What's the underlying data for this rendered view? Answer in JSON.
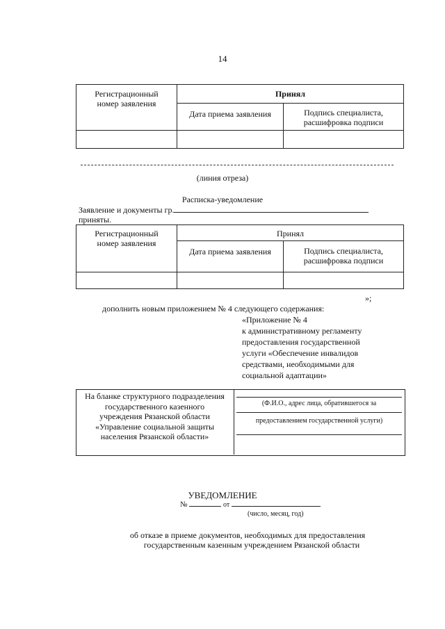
{
  "page_number": "14",
  "table_top": {
    "reg_number_header": "Регистрационный номер заявления",
    "accepted_header": "Принял",
    "date_header": "Дата приема заявления",
    "signature_header": "Подпись специалиста, расшифровка подписи"
  },
  "cut_line_label": "(линия отреза)",
  "receipt": {
    "title": "Расписка-уведомление",
    "line1": "Заявление и документы гр.",
    "line2": "приняты."
  },
  "table_bottom": {
    "reg_number_header": "Регистрационный номер заявления",
    "accepted_header": "Принял",
    "date_header": "Дата приема заявления",
    "signature_header": "Подпись специалиста, расшифровка подписи"
  },
  "end_mark": "»;",
  "amendment_text": "дополнить новым приложением № 4 следующего содержания:",
  "appendix": {
    "line1": "«Приложение № 4",
    "line2": "к административному регламенту",
    "line3": "предоставления государственной",
    "line4": "услуги «Обеспечение инвалидов",
    "line5": "средствами, необходимыми для",
    "line6": "социальной адаптации»"
  },
  "blank_box": {
    "left_text": "На бланке структурного подразделения государственного казенного учреждения Рязанской области «Управление социальной защиты населения Рязанской области»",
    "right_line1": "(Ф.И.О., адрес лица, обратившегося за",
    "right_line2": "предоставлением государственной услуги)"
  },
  "notice": {
    "title": "УВЕДОМЛЕНИЕ",
    "number_prefix": "№",
    "from_label": "от",
    "date_hint": "(число, месяц, год)",
    "subject_line1": "об отказе в приеме документов, необходимых для предоставления",
    "subject_line2": "государственным казенным учреждением Рязанской области"
  }
}
